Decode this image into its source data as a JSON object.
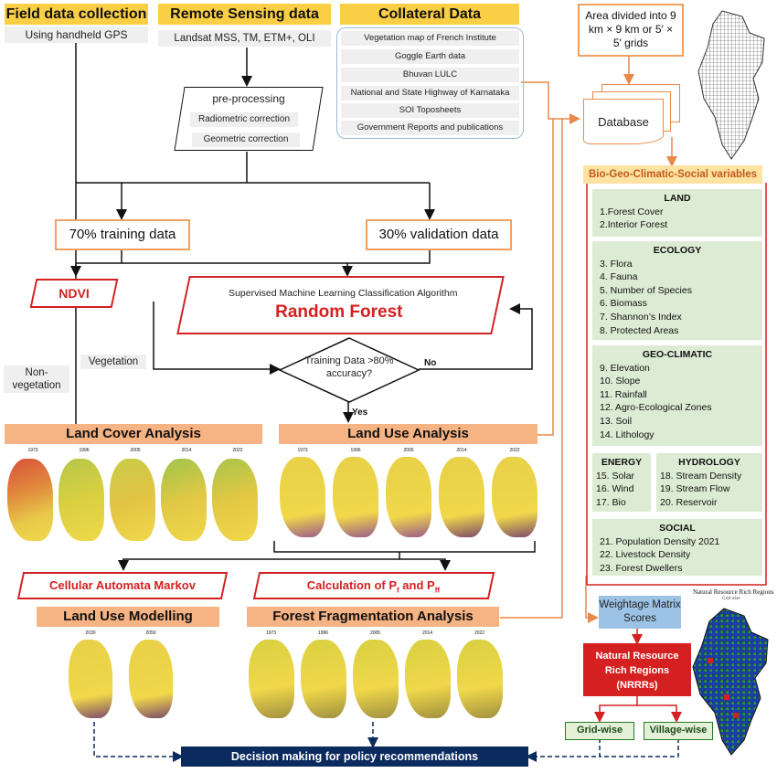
{
  "inputs": {
    "field": {
      "title": "Field data collection",
      "sub": "Using handheld GPS"
    },
    "remote": {
      "title": "Remote Sensing data",
      "sub": "Landsat MSS, TM, ETM+, OLI"
    },
    "collateral": {
      "title": "Collateral Data",
      "items": [
        "Vegetation map of French Institute",
        "Goggle Earth data",
        "Bhuvan LULC",
        "National and State Highway of Karnataka",
        "SOI Toposheets",
        "Government Reports and publications"
      ]
    }
  },
  "preprocessing": {
    "title": "pre-processing",
    "steps": [
      "Radiometric correction",
      "Geometric correction"
    ]
  },
  "training": "70% training data",
  "validation": "30% validation data",
  "ndvi": "NDVI",
  "rf": {
    "title": "Supervised Machine Learning Classification Algorithm",
    "name": "Random Forest"
  },
  "decision": {
    "text": "Training Data >80% accuracy?",
    "yes": "Yes",
    "no": "No"
  },
  "vegetation": "Vegetation",
  "nonveg": "Non- vegetation",
  "land_cover": "Land Cover Analysis",
  "land_use": "Land Use Analysis",
  "lc_years": [
    "1973",
    "1996",
    "2005",
    "2014",
    "2022"
  ],
  "lu_years": [
    "1973",
    "1996",
    "2005",
    "2014",
    "2022"
  ],
  "ff_years": [
    "1973",
    "1996",
    "2005",
    "2014",
    "2022"
  ],
  "lum_years": [
    "2030",
    "2050"
  ],
  "ca_markov": "Cellular Automata Markov",
  "calc": {
    "prefix": "Calculation of P",
    "sub1": "f",
    "mid": " and P",
    "sub2": "ff"
  },
  "land_use_modelling": "Land Use Modelling",
  "forest_frag": "Forest Fragmentation Analysis",
  "decision_making": "Decision making for policy recommendations",
  "area": {
    "text": "Area divided into 9 km × 9 km or 5′ × 5′ grids"
  },
  "database": "Database",
  "bgcs": {
    "title": "Bio-Geo-Climatic-Social variables",
    "land": {
      "h": "LAND",
      "items": [
        "1.Forest Cover",
        "2.Interior Forest"
      ]
    },
    "ecology": {
      "h": "ECOLOGY",
      "items": [
        "3. Flora",
        "4. Fauna",
        "5. Number of Species",
        "6. Biomass",
        "7. Shannon’s Index",
        "8. Protected Areas"
      ]
    },
    "geo": {
      "h": "GEO-CLIMATIC",
      "items": [
        "9. Elevation",
        "10. Slope",
        "11. Rainfall",
        "12. Agro-Ecological Zones",
        "13. Soil",
        "14. Lithology"
      ]
    },
    "energy": {
      "h": "ENERGY",
      "items": [
        "15. Solar",
        "16. Wind",
        "17. Bio"
      ]
    },
    "hydrology": {
      "h": "HYDROLOGY",
      "items": [
        "18. Stream Density",
        "19. Stream Flow",
        "20. Reservoir"
      ]
    },
    "social": {
      "h": "SOCIAL",
      "items": [
        "21. Population Density 2021",
        "22. Livestock Density",
        "23. Forest Dwellers"
      ]
    }
  },
  "weightage": "Weightage Matrix Scores",
  "nrrr": "Natural Resource Rich Regions (NRRRs)",
  "nrrr_map_title": "Natural Resource Rich Regions",
  "nrrr_map_sub": "Grid wise",
  "gridwise": "Grid-wise",
  "villagewise": "Village-wise",
  "colors": {
    "yellow": "#fbcf45",
    "orange": "#f0a060",
    "red": "#d42020",
    "navy": "#0b2a5e",
    "green": "#dcebd3"
  }
}
